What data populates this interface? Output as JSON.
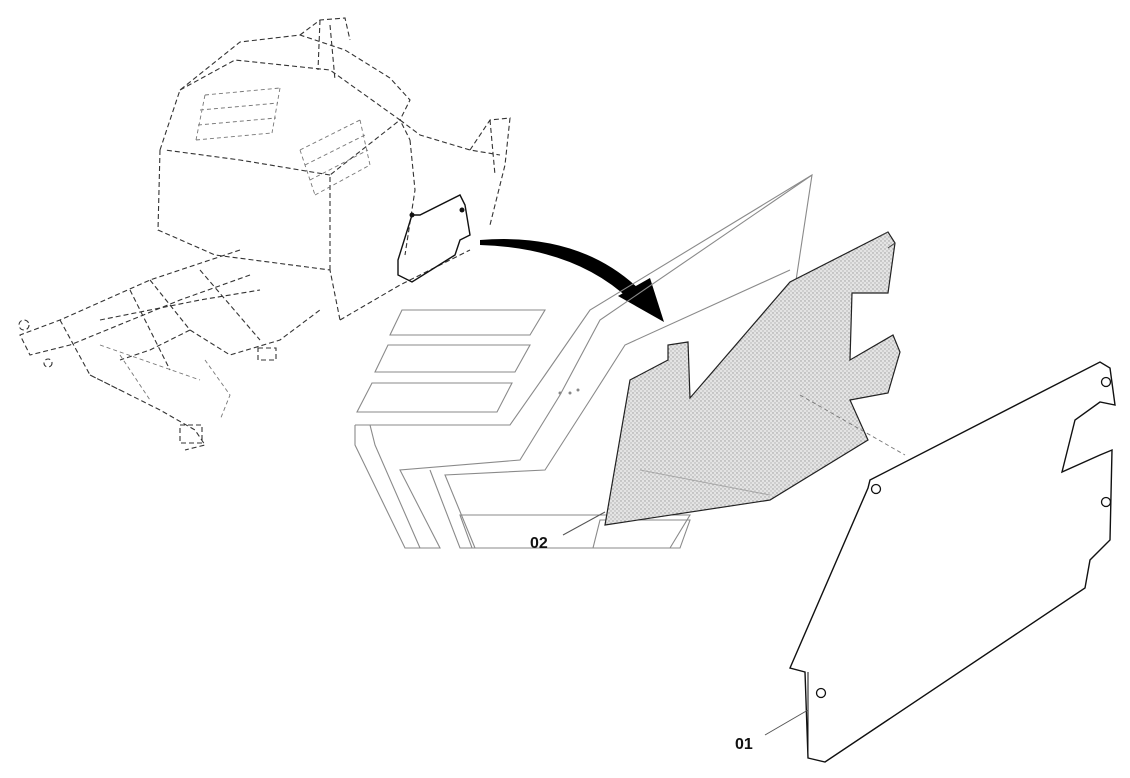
{
  "diagram": {
    "callouts": [
      {
        "id": "02",
        "text": "02"
      },
      {
        "id": "01",
        "text": "01"
      }
    ],
    "colors": {
      "line": "#111111",
      "ghost": "#8a8a8a",
      "pad_fill": "#d9d9d9",
      "background": "#ffffff"
    },
    "parts": [
      {
        "callout": "01",
        "icon": "cover-plate-icon"
      },
      {
        "callout": "02",
        "icon": "insulation-pad-icon"
      }
    ]
  }
}
